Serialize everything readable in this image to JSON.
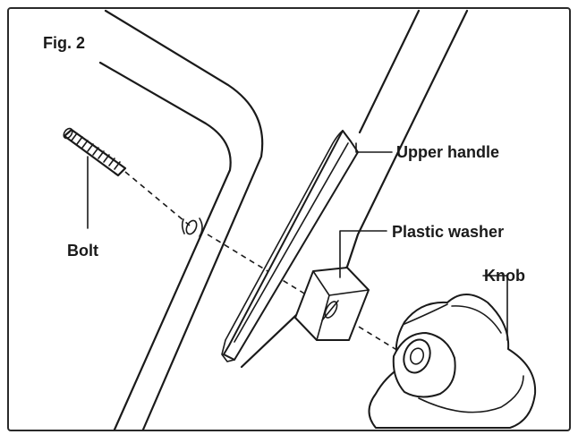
{
  "figure": {
    "title": "Fig. 2",
    "labels": {
      "upper_handle": "Upper handle",
      "plastic_washer": "Plastic washer",
      "knob": "Knob",
      "bolt": "Bolt"
    }
  }
}
